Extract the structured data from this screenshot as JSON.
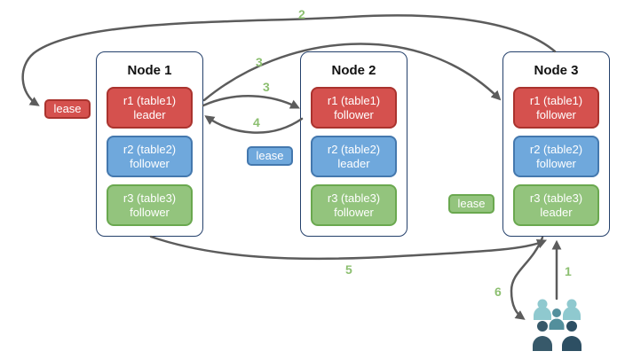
{
  "colors": {
    "background": "#ffffff",
    "node_border": "#24406b",
    "node_title": "#111111",
    "box_text": "#ffffff",
    "red": "#d5514e",
    "red_border": "#aa332e",
    "blue": "#6fa8dc",
    "blue_border": "#4478ae",
    "green": "#93c47d",
    "green_border": "#6aa84f",
    "arrow": "#5c5c5c",
    "step": "#8cbf70",
    "users_light": "#8fc9cf",
    "users_mid": "#538f9c",
    "users_dark1": "#37596a",
    "users_dark2": "#2d4f63"
  },
  "nodes": [
    {
      "title": "Node 1",
      "replicas": [
        {
          "label": "r1 (table1)",
          "role": "leader",
          "color": "red"
        },
        {
          "label": "r2 (table2)",
          "role": "follower",
          "color": "blue"
        },
        {
          "label": "r3 (table3)",
          "role": "follower",
          "color": "green"
        }
      ]
    },
    {
      "title": "Node 2",
      "replicas": [
        {
          "label": "r1 (table1)",
          "role": "follower",
          "color": "red"
        },
        {
          "label": "r2 (table2)",
          "role": "leader",
          "color": "blue"
        },
        {
          "label": "r3 (table3)",
          "role": "follower",
          "color": "green"
        }
      ]
    },
    {
      "title": "Node 3",
      "replicas": [
        {
          "label": "r1 (table1)",
          "role": "follower",
          "color": "red"
        },
        {
          "label": "r2 (table2)",
          "role": "follower",
          "color": "blue"
        },
        {
          "label": "r3 (table3)",
          "role": "leader",
          "color": "green"
        }
      ]
    }
  ],
  "leases": [
    {
      "label": "lease",
      "color": "red"
    },
    {
      "label": "lease",
      "color": "blue"
    },
    {
      "label": "lease",
      "color": "green"
    }
  ],
  "steps": {
    "n1": "1",
    "n2": "2",
    "n3a": "3",
    "n3b": "3",
    "n4": "4",
    "n5": "5",
    "n6": "6"
  },
  "icons": {
    "users": "users-group-icon"
  }
}
